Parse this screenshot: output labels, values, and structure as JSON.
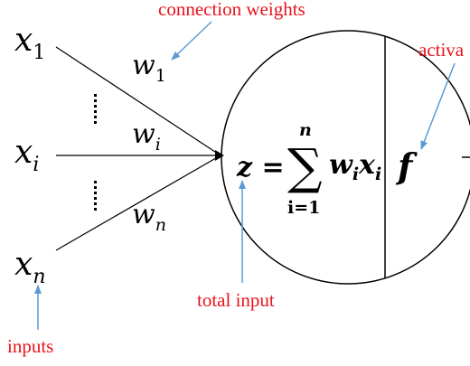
{
  "labels": {
    "connection_weights": "connection weights",
    "activation": "activa",
    "total_input": "total input",
    "inputs": "inputs"
  },
  "inputs": [
    {
      "base": "x",
      "sub": "1"
    },
    {
      "base": "x",
      "sub": "i"
    },
    {
      "base": "x",
      "sub": "n"
    }
  ],
  "weights": [
    {
      "base": "w",
      "sub": "1"
    },
    {
      "base": "w",
      "sub": "i"
    },
    {
      "base": "w",
      "sub": "n"
    }
  ],
  "neuron": {
    "sum_lhs": "z =",
    "sum_symbol": "∑",
    "sum_upper": "n",
    "sum_lower": "i=1",
    "sum_term_w": "w",
    "sum_term_w_sub": "i",
    "sum_term_x": "x",
    "sum_term_x_sub": "i",
    "activation_symbol": "f"
  },
  "colors": {
    "line": "#000000",
    "annotation_text": "#e8131c",
    "arrow": "#5b9bd5"
  }
}
